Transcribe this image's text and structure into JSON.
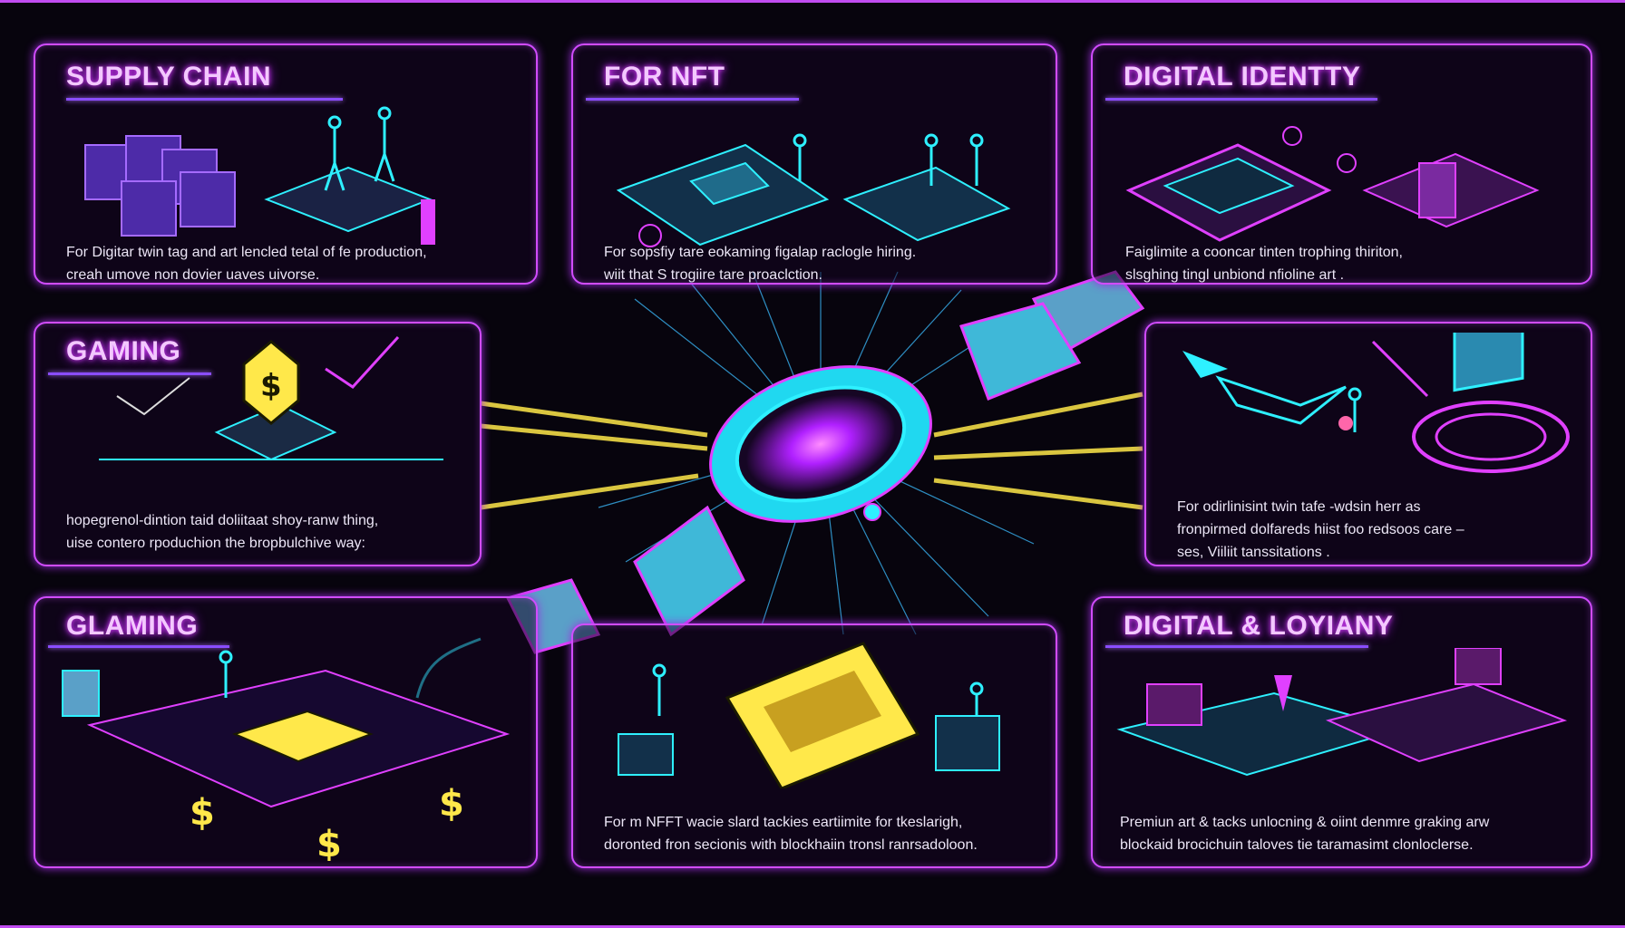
{
  "panels": {
    "supply_chain": {
      "title": "SUPPLY CHAIN",
      "lines": [
        "For Digitar twin tag and art lencled tetal of fe production,",
        "creah umove non dovier uaves uivorse."
      ]
    },
    "for_nft": {
      "title": "FOR NFT",
      "lines": [
        "For sopsfiy tare eokaming figalap raclogle hiring.",
        "wiit that S trogiire tare proaclction."
      ]
    },
    "digital_identity": {
      "title": "DIGITAL IDENTTY",
      "lines": [
        "Faiglimite a cooncar tinten trophing thiriton,",
        "slsghing tingl unbiond nfioline art ."
      ]
    },
    "gaming": {
      "title": "GAMING",
      "lines": [
        "hopegrenol-dintion taid doliitaat shoy-ranw thing,",
        "uise contero rpoduchion the bropbulchive way:"
      ]
    },
    "right_middle": {
      "lines": [
        "For odirlinisint twin tafe -wdsin herr as",
        "fronpirmed dolfareds hiist foo redsoos care –",
        "ses, Viiliit tanssitations ."
      ]
    },
    "glaming": {
      "title": "GLAMING"
    },
    "bottom_middle": {
      "lines": [
        "For m NFFT wacie slard tackies eartiimite for tkeslarigh,",
        "doronted fron secionis with blockhaiin tronsl ranrsadoloon."
      ]
    },
    "digital_loyalty": {
      "title": "DIGITAL & LOYIANY",
      "lines": [
        "Premiun art & tacks unlocning & oiint denmre graking arw",
        "blockaid brocichuin taloves tie taramasimt clonloclerse."
      ]
    }
  },
  "icons": [
    "cube-stack-icon",
    "person-icon",
    "dollar-badge-icon",
    "drone-icon",
    "qr-card-icon",
    "smartwatch-icon",
    "fingerprint-chip-icon",
    "hologram-card-icon"
  ],
  "colors": {
    "accent_magenta": "#d14cff",
    "accent_cyan": "#2ef0ff",
    "accent_yellow": "#ffe84a",
    "background": "#07040d"
  }
}
